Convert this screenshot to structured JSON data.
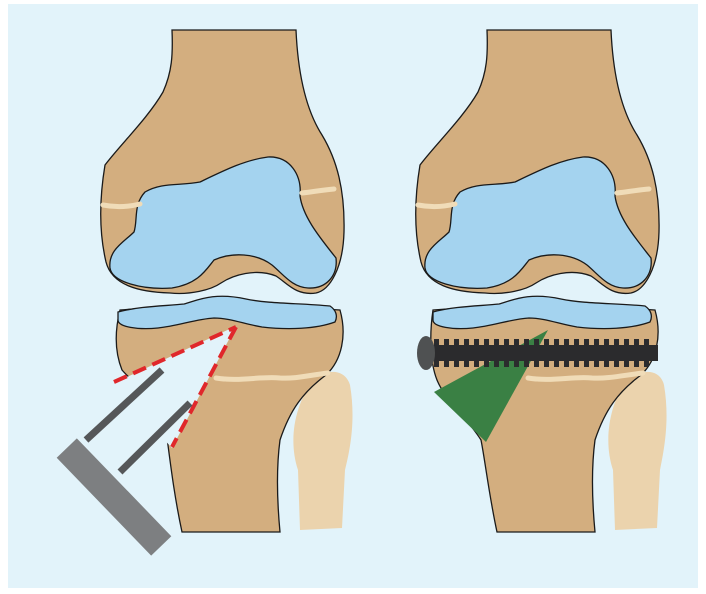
{
  "colors": {
    "page_border": "#ffffff",
    "panel_background": "#e2f3fa",
    "bone": "#d3ae7f",
    "bone_outline": "#1a1a1a",
    "cartilage": "#a4d3ef",
    "growth_plate": "#f0dcb8",
    "fibula": "#ebd3ad",
    "osteotomy_cut_line": "#e0272b",
    "instrument_gray": "#7d7f81",
    "instrument_pin": "#555759",
    "wedge_graft": "#3a8044",
    "plate_dark": "#2b2b2d",
    "screw_head": "#4f5152"
  },
  "panels": [
    {
      "id": "left",
      "description_name": "osteotomy-opening"
    },
    {
      "id": "right",
      "description_name": "wedge-fixation"
    }
  ]
}
